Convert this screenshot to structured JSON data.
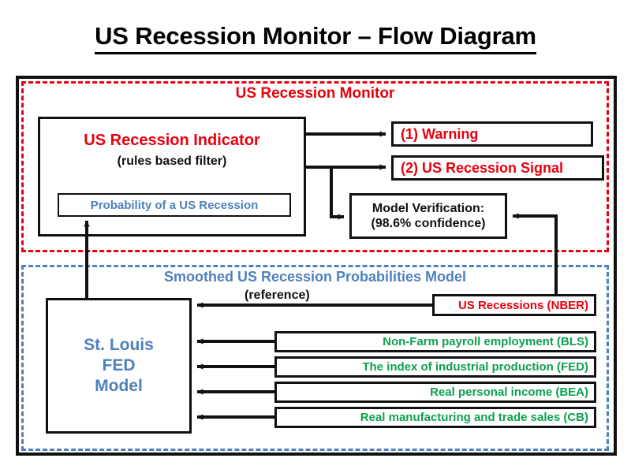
{
  "page": {
    "title": "US Recession Monitor – Flow Diagram"
  },
  "colors": {
    "red": "#e8000d",
    "blue": "#4e81bd",
    "green": "#0da14f",
    "black": "#111111",
    "background": "#ffffff"
  },
  "monitor_section": {
    "header": "US Recession Monitor",
    "border_style": "red-dashed",
    "indicator": {
      "title": "US Recession Indicator",
      "subtitle": "(rules based filter)",
      "probability_label": "Probability of a US Recession"
    },
    "outputs": [
      {
        "label": "(1) Warning"
      },
      {
        "label": "(2) US Recession Signal"
      }
    ],
    "verification": {
      "line1": "Model Verification:",
      "line2": "(98.6% confidence)"
    }
  },
  "model_section": {
    "header": "Smoothed US Recession Probabilities Model",
    "border_style": "blue-dashed",
    "model_box": {
      "line1": "St. Louis",
      "line2": "FED",
      "line3": "Model"
    },
    "reference_label": "(reference)",
    "reference_source": "US Recessions (NBER)",
    "inputs": [
      {
        "label": "Non-Farm payroll employment (BLS)"
      },
      {
        "label": "The index of industrial production (FED)"
      },
      {
        "label": "Real personal income (BEA)"
      },
      {
        "label": "Real manufacturing and trade sales (CB)"
      }
    ]
  }
}
